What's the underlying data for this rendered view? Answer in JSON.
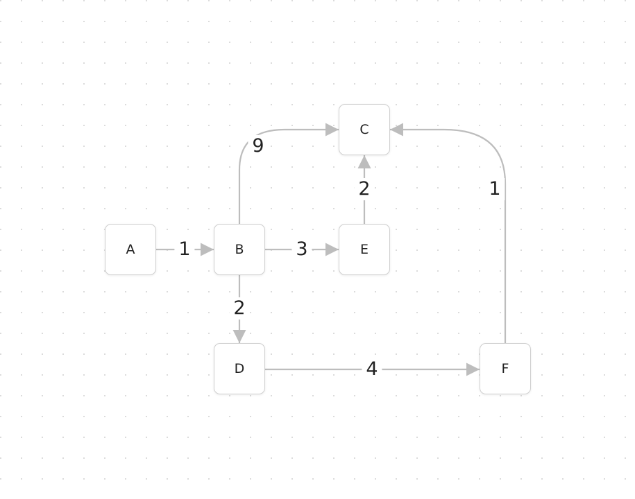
{
  "nodes": [
    {
      "id": "A",
      "label": "A"
    },
    {
      "id": "B",
      "label": "B"
    },
    {
      "id": "C",
      "label": "C"
    },
    {
      "id": "D",
      "label": "D"
    },
    {
      "id": "E",
      "label": "E"
    },
    {
      "id": "F",
      "label": "F"
    }
  ],
  "edges": [
    {
      "from": "A",
      "to": "B",
      "weight": "1"
    },
    {
      "from": "B",
      "to": "E",
      "weight": "3"
    },
    {
      "from": "B",
      "to": "D",
      "weight": "2"
    },
    {
      "from": "E",
      "to": "C",
      "weight": "2"
    },
    {
      "from": "D",
      "to": "F",
      "weight": "4"
    },
    {
      "from": "B",
      "to": "C",
      "weight": "9"
    },
    {
      "from": "F",
      "to": "C",
      "weight": "1"
    }
  ],
  "colors": {
    "edge": "#bdbdbd",
    "node_border": "#cfcfcf"
  }
}
